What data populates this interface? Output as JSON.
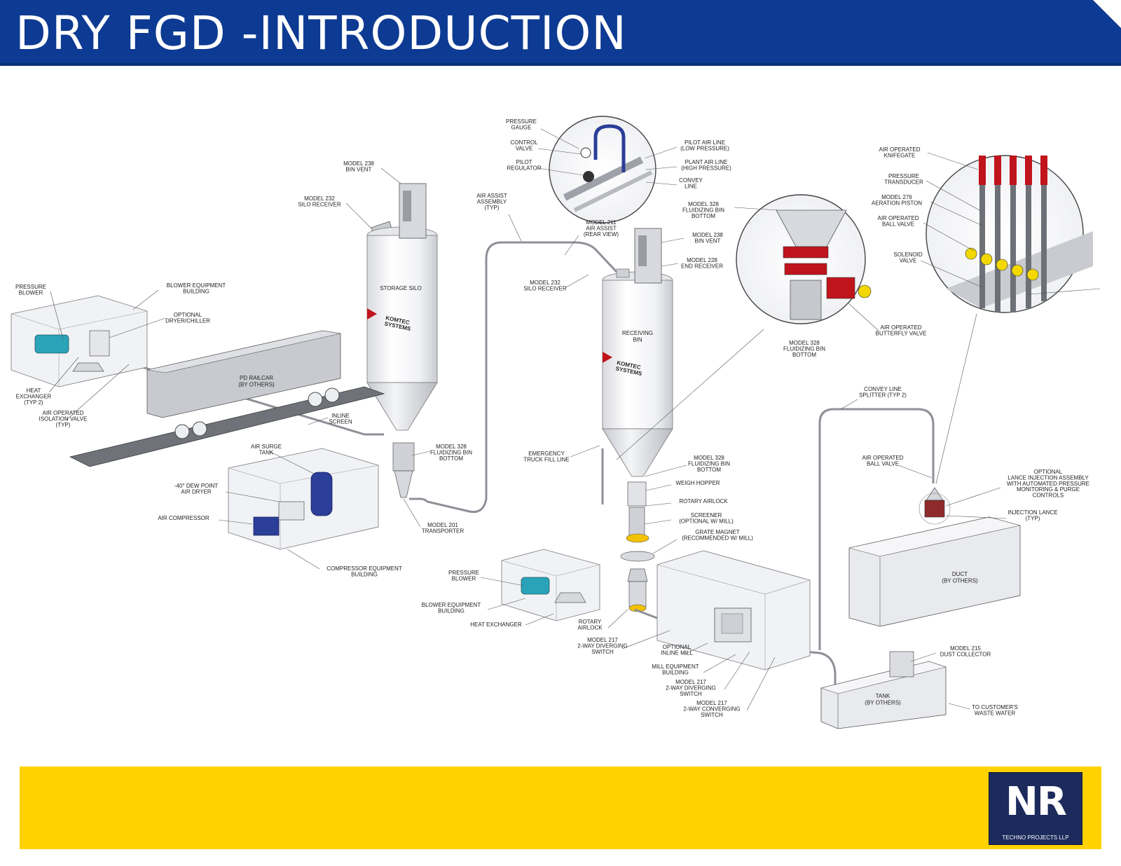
{
  "header": {
    "title": "DRY FGD -INTRODUCTION"
  },
  "colors": {
    "header_bg": "#0d3a92",
    "footer_bg": "#ffd200",
    "logo_bg": "#1c2a5c"
  },
  "labels": {
    "pressure_gauge": [
      "PRESSURE",
      "GAUGE"
    ],
    "control_valve": [
      "CONTROL",
      "VALVE"
    ],
    "pilot_regulator": [
      "PILOT",
      "REGULATOR"
    ],
    "pilot_air_line": [
      "PILOT AIR LINE",
      "(LOW PRESSURE)"
    ],
    "plant_air_line": [
      "PLANT AIR LINE",
      "(HIGH PRESSURE)"
    ],
    "convey_line": [
      "CONVEY",
      "LINE"
    ],
    "model_238_bin_vent_top": [
      "MODEL 238",
      "BIN VENT"
    ],
    "model_232_silo_receiver_top": [
      "MODEL 232",
      "SILO RECEIVER"
    ],
    "air_assist_assembly": [
      "AIR ASSIST",
      "ASSEMBLY",
      "(TYP)"
    ],
    "model_211_air_assist": [
      "MODEL 211",
      "AIR ASSIST",
      "(REAR VIEW)"
    ],
    "model_328_fluidizing_top": [
      "MODEL 328",
      "FLUIDIZING BIN",
      "BOTTOM"
    ],
    "model_238_bin_vent_right": [
      "MODEL 238",
      "BIN VENT"
    ],
    "model_228_end_receiver": [
      "MODEL 228",
      "END RECEIVER"
    ],
    "model_232_silo_receiver_mid": [
      "MODEL 232",
      "SILO RECEIVER"
    ],
    "model_328_fluidizing_circle": [
      "MODEL 328",
      "FLUIDIZING BIN",
      "BOTTOM"
    ],
    "air_operated_butterfly_valve": [
      "AIR OPERATED",
      "BUTTERFLY VALVE"
    ],
    "air_operated_knifegate": [
      "AIR OPERATED",
      "KNIFEGATE"
    ],
    "pressure_transducer": [
      "PRESSURE",
      "TRANSDUCER"
    ],
    "model_276_aeration_piston": [
      "MODEL 276",
      "AERATION PISTON"
    ],
    "air_operated_ball_valve_top": [
      "AIR OPERATED",
      "BALL VALVE"
    ],
    "solenoid_valve": [
      "SOLENOID",
      "VALVE"
    ],
    "pressure_blower_left": [
      "PRESSURE",
      "BLOWER"
    ],
    "blower_equipment_building_top": [
      "BLOWER EQUIPMENT",
      "BUILDING"
    ],
    "optional_dryer_chiller": [
      "OPTIONAL",
      "DRYER/CHILLER"
    ],
    "storage_silo": [
      "STORAGE SILO"
    ],
    "receiving_bin": [
      "RECEIVING",
      "BIN"
    ],
    "pd_railcar": [
      "PD RAILCAR",
      "(BY OTHERS)"
    ],
    "heat_exchanger_left": [
      "HEAT",
      "EXCHANGER",
      "(TYP 2)"
    ],
    "air_operated_isolation_valve": [
      "AIR OPERATED",
      "ISOLATION VALVE",
      "(TYP)"
    ],
    "inline_screen": [
      "INLINE",
      "SCREEN"
    ],
    "air_surge_tank": [
      "AIR SURGE",
      "TANK"
    ],
    "dew_point_air_dryer": [
      "-40° DEW POINT",
      "AIR DRYER"
    ],
    "air_compressor": [
      "AIR COMPRESSOR"
    ],
    "compressor_equipment_building": [
      "COMPRESSOR EQUIPMENT",
      "BUILDING"
    ],
    "model_328_fluidizing_left": [
      "MODEL 328",
      "FLUIDIZING BIN",
      "BOTTOM"
    ],
    "model_201_transporter": [
      "MODEL 201",
      "TRANSPORTER"
    ],
    "emergency_truck_fill_line": [
      "EMERGENCY",
      "TRUCK FILL LINE"
    ],
    "model_328_fluidizing_bottom": [
      "MODEL 328",
      "FLUIDIZING BIN",
      "BOTTOM"
    ],
    "weigh_hopper": [
      "WEIGH HOPPER"
    ],
    "rotary_airlock_right": [
      "ROTARY AIRLOCK"
    ],
    "screener": [
      "SCREENER",
      "(OPTIONAL W/ MILL)"
    ],
    "grate_magnet": [
      "GRATE MAGNET",
      "(RECOMMENDED W/ MILL)"
    ],
    "convey_line_splitter": [
      "CONVEY LINE",
      "SPLITTER (TYP 2)"
    ],
    "air_operated_ball_valve_right": [
      "AIR OPERATED",
      "BALL VALVE"
    ],
    "optional_lance_injection": [
      "OPTIONAL",
      "LANCE INJECTION ASSEMBLY",
      "WITH AUTOMATED PRESSURE",
      "MONITORING & PURGE",
      "CONTROLS"
    ],
    "injection_lance": [
      "INJECTION LANCE",
      "(TYP)"
    ],
    "duct": [
      "DUCT",
      "(BY OTHERS)"
    ],
    "pressure_blower_bottom": [
      "PRESSURE",
      "BLOWER"
    ],
    "blower_equipment_building_bottom": [
      "BLOWER EQUIPMENT",
      "BUILDING"
    ],
    "heat_exchanger_bottom": [
      "HEAT EXCHANGER"
    ],
    "rotary_airlock_bottom": [
      "ROTARY",
      "AIRLOCK"
    ],
    "model_217_diverging_left": [
      "MODEL 217",
      "2-WAY DIVERGING",
      "SWITCH"
    ],
    "optional_inline_mill": [
      "OPTIONAL",
      "INLINE MILL"
    ],
    "mill_equipment_building": [
      "MILL EQUIPMENT",
      "BUILDING"
    ],
    "model_217_diverging_right": [
      "MODEL 217",
      "2-WAY DIVERGING",
      "SWITCH"
    ],
    "model_217_converging": [
      "MODEL 217",
      "2-WAY CONVERGING",
      "SWITCH"
    ],
    "model_215_dust_collector": [
      "MODEL 215",
      "DUST COLLECTOR"
    ],
    "tank": [
      "TANK",
      "(BY OTHERS)"
    ],
    "to_customers_waste_water": [
      "TO CUSTOMER'S",
      "WASTE WATER"
    ],
    "brand_storage_silo": [
      "KOMTEC",
      "SYSTEMS"
    ],
    "brand_receiving_bin": [
      "KOMTEC",
      "SYSTEMS"
    ]
  },
  "logo": {
    "mark_n": "N",
    "mark_r": "R",
    "subtitle": "TECHNO PROJECTS LLP"
  }
}
